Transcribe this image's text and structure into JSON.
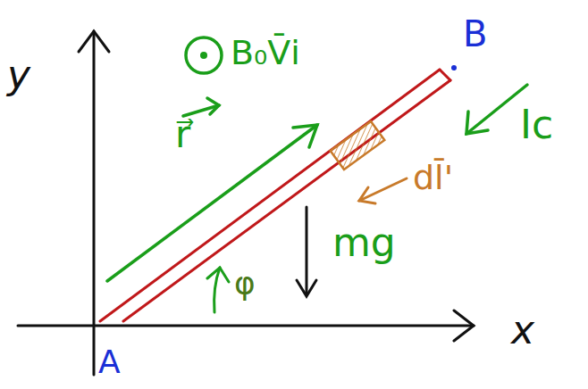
{
  "diagram": {
    "labels": [
      "y",
      "x",
      "A",
      "B",
      "B₀V̄i",
      "r⃗",
      "dl̄'",
      "Ic",
      "mg",
      "φ"
    ]
  }
}
